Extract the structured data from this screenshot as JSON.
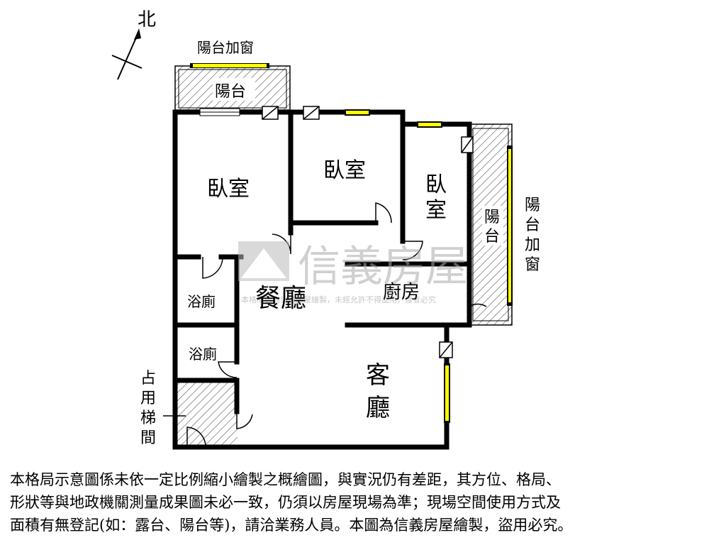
{
  "compass": {
    "label": "北"
  },
  "rooms": {
    "bedroom_1": "臥室",
    "bedroom_2": "臥室",
    "bedroom_3_line1": "臥",
    "bedroom_3_line2": "室",
    "bath_1": "浴廁",
    "bath_2": "浴廁",
    "dining": "餐廳",
    "kitchen": "廚房",
    "living_line1": "客",
    "living_line2": "廳",
    "balcony_top": "陽台",
    "balcony_right_line1": "陽",
    "balcony_right_line2": "台"
  },
  "labels": {
    "balcony_window_top": "陽台加窗",
    "balcony_window_right": [
      "陽",
      "台",
      "加",
      "窗"
    ],
    "stairwell": [
      "占",
      "用",
      "梯",
      "間"
    ]
  },
  "watermark": {
    "brand": "信義房屋",
    "notice": "本格局圖為信義房屋繪製，未經允許不得盜用，違者必究"
  },
  "disclaimer": [
    "本格局示意圖係未依一定比例縮小繪製之概繪圖，與實況仍有差距，其方位、格局、",
    "形狀等與地政機關測量成果圖未必一致，仍須以房屋現場為準；現場空間使用方式及",
    "面積有無登記(如：露台、陽台等)，請洽業務人員。本圖為信義房屋繪製，盜用必究。"
  ],
  "colors": {
    "wall": "#000000",
    "window": "#ffff00",
    "hatch": "#555555",
    "watermark": "#cccccc"
  }
}
